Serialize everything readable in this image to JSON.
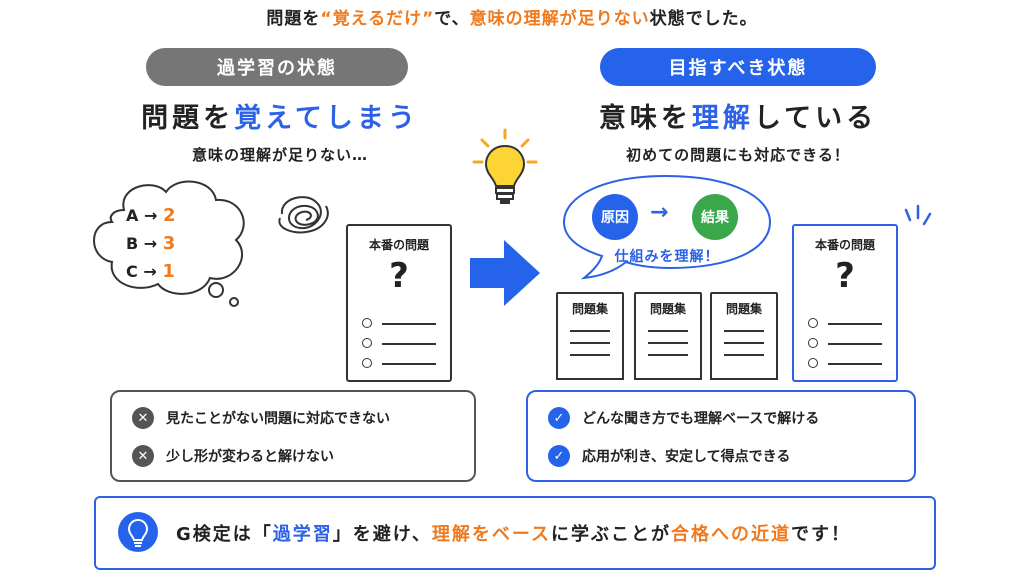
{
  "top_title": {
    "part1": "問題を",
    "quote": "“覚えるだけ”",
    "part2": "で、",
    "emph": "意味の理解が足りない",
    "part3": "状態でした。"
  },
  "left": {
    "pill": "過学習の状態",
    "heading_a": "問題を",
    "heading_b": "覚えてしまう",
    "sub": "意味の理解が足りない…",
    "pairs": [
      {
        "from": "A",
        "arrow": "→",
        "to": "2"
      },
      {
        "from": "B",
        "arrow": "→",
        "to": "3"
      },
      {
        "from": "C",
        "arrow": "→",
        "to": "1"
      }
    ],
    "doc_title": "本番の問題",
    "doc_mark": "?",
    "items": [
      "見たことがない問題に対応できない",
      "少し形が変わると解けない"
    ],
    "item_icon": "✕"
  },
  "right": {
    "pill": "目指すべき状態",
    "heading_a": "意味を",
    "heading_b": "理解",
    "heading_c": "している",
    "sub": "初めての問題にも対応できる！",
    "cause": "原因",
    "effect": "結果",
    "flow_arrow": "→",
    "bubble_text": "仕組みを理解！",
    "books": [
      "問題集",
      "問題集",
      "問題集"
    ],
    "doc_title": "本番の問題",
    "doc_mark": "?",
    "items": [
      "どんな聞き方でも理解ベースで解ける",
      "応用が利き、安定して得点できる"
    ],
    "item_icon": "✓"
  },
  "bottom": {
    "p1": "G検定は「",
    "e1": "過学習",
    "p2": "」を避け、",
    "e2": "理解をベース",
    "p3": "に学ぶことが",
    "e3": "合格への近道",
    "p4": "です！"
  },
  "colors": {
    "accent_orange": "#f07a1e",
    "accent_blue": "#2563eb",
    "gray": "#767676",
    "green": "#3aa84a"
  }
}
